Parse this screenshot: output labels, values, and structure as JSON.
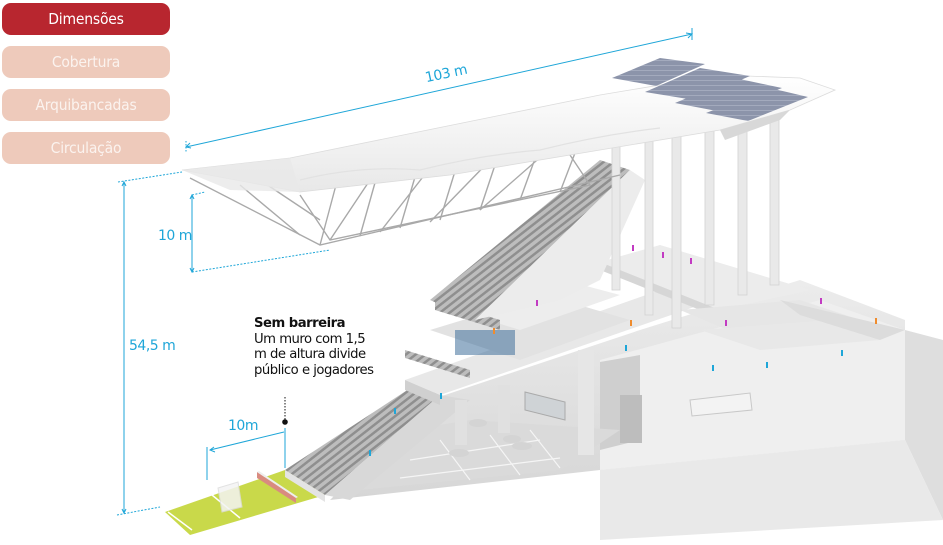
{
  "tabs": [
    {
      "label": "Dimensões",
      "active": true
    },
    {
      "label": "Cobertura",
      "active": false
    },
    {
      "label": "Arquibancadas",
      "active": false
    },
    {
      "label": "Circulação",
      "active": false
    }
  ],
  "dimensions": {
    "roof_length": "103 m",
    "roof_depth": "10 m",
    "total_height": "54,5 m",
    "field_distance": "10m"
  },
  "annotation": {
    "title": "Sem barreira",
    "body": "Um muro com 1,5 m de altura divide público e jogadores"
  },
  "colors": {
    "active_tab": "#b8262f",
    "inactive_tab": "#eecabb",
    "dimension_line": "#1ea6d8",
    "grass": "#c9d94a",
    "structure": "#e6e6e6",
    "solar_panels": "#8890a8"
  }
}
